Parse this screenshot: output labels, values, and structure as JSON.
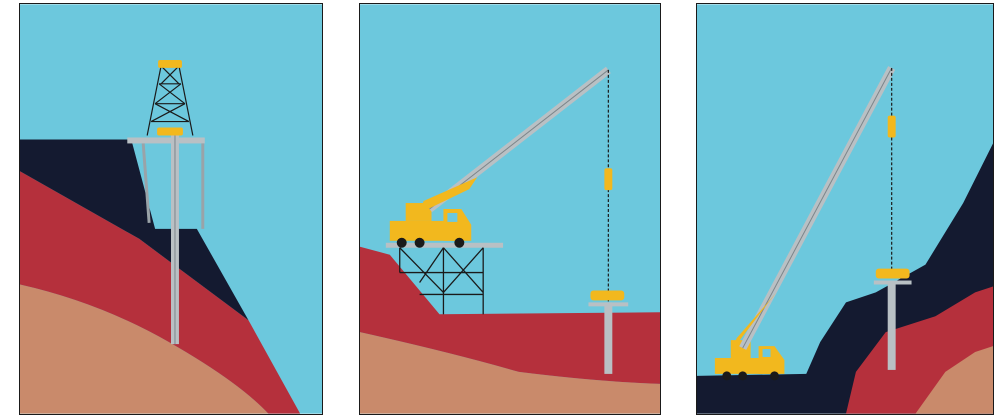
{
  "figure": {
    "panel_count": 3,
    "panels": [
      {
        "id": "panel-1",
        "subject": "drilling-derrick-on-cliff-edge"
      },
      {
        "id": "panel-2",
        "subject": "crane-truck-on-trestle-platform"
      },
      {
        "id": "panel-3",
        "subject": "crane-truck-on-low-ground"
      }
    ]
  },
  "colors": {
    "sky": "#6cc8dd",
    "dark_rock": "#141a30",
    "red_clay": "#b5303c",
    "sand": "#c98a6b",
    "equipment_yellow": "#f2b81e",
    "structure_gray": "#b9c0c4",
    "outline": "#1a1a1a"
  }
}
